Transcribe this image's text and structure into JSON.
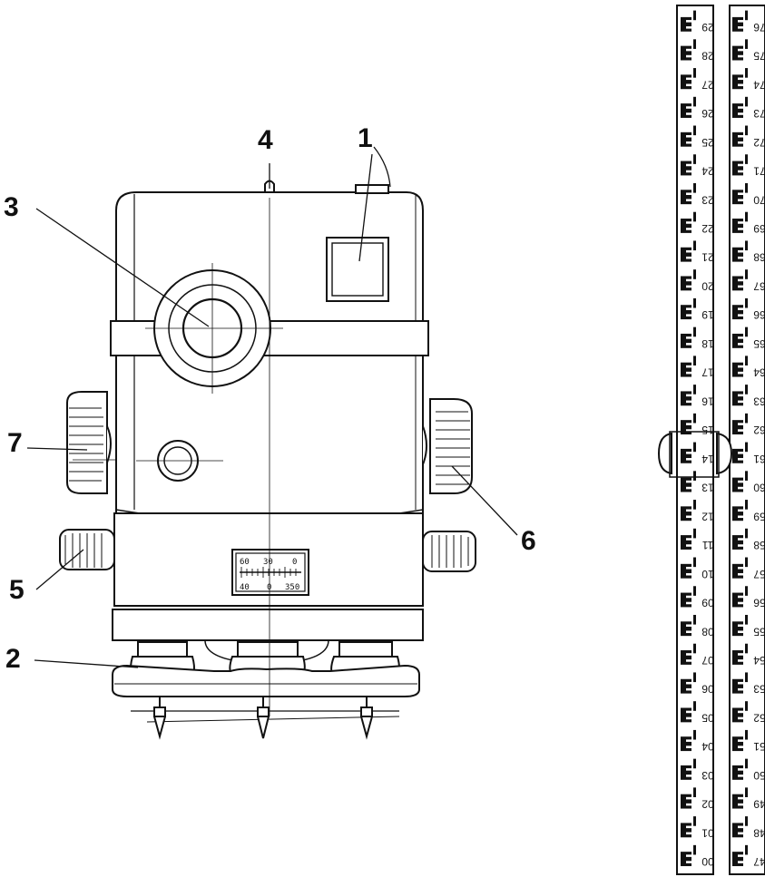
{
  "callouts": [
    {
      "id": "1",
      "text": "1"
    },
    {
      "id": "2",
      "text": "2"
    },
    {
      "id": "3",
      "text": "3"
    },
    {
      "id": "4",
      "text": "4"
    },
    {
      "id": "5",
      "text": "5"
    },
    {
      "id": "6",
      "text": "6"
    },
    {
      "id": "7",
      "text": "7"
    }
  ],
  "scale_window": {
    "top_labels": [
      "60",
      "30",
      "0"
    ],
    "bottom_labels": [
      "40",
      "0",
      "350"
    ]
  },
  "rod_left": {
    "labels": [
      "29",
      "28",
      "27",
      "26",
      "25",
      "24",
      "23",
      "22",
      "21",
      "20",
      "19",
      "18",
      "17",
      "16",
      "15",
      "14",
      "13",
      "12",
      "11",
      "10",
      "09",
      "08",
      "07",
      "06",
      "05",
      "04",
      "03",
      "02",
      "01",
      "00"
    ]
  },
  "rod_right": {
    "labels": [
      "76",
      "75",
      "74",
      "73",
      "72",
      "71",
      "70",
      "69",
      "68",
      "67",
      "66",
      "65",
      "64",
      "63",
      "62",
      "61",
      "60",
      "59",
      "58",
      "57",
      "56",
      "55",
      "54",
      "53",
      "52",
      "51",
      "50",
      "49",
      "48",
      "47"
    ]
  },
  "colors": {
    "ink": "#111111",
    "paper": "#ffffff"
  }
}
